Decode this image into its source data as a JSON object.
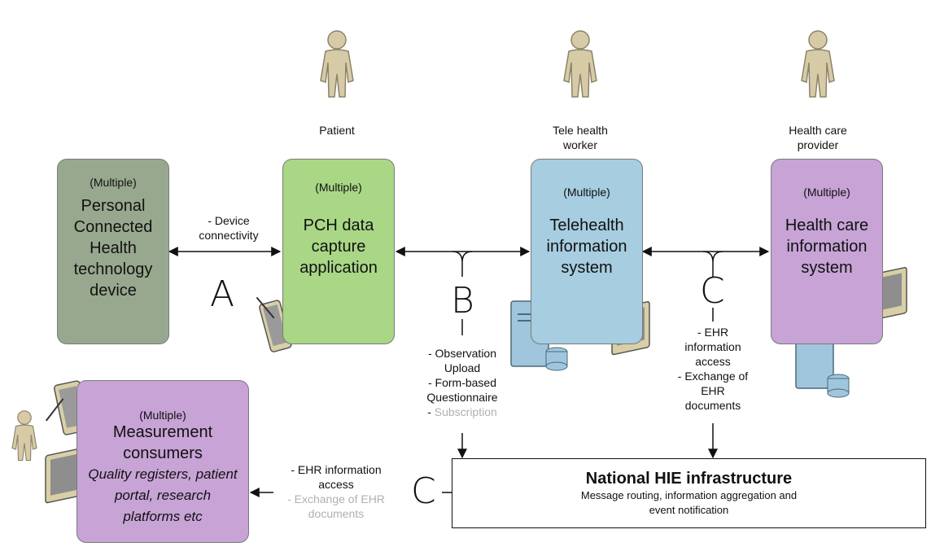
{
  "actors": {
    "patient": "Patient",
    "telehealth_worker": [
      "Tele health",
      "worker"
    ],
    "provider": [
      "Health care",
      "provider"
    ]
  },
  "boxes": {
    "pch_device": {
      "multiple": "(Multiple)",
      "lines": [
        "Personal",
        "Connected",
        "Health",
        "technology",
        "device"
      ],
      "color": "#98a88e"
    },
    "pch_app": {
      "multiple": "(Multiple)",
      "lines": [
        "PCH data",
        "capture",
        "application"
      ],
      "color": "#a9d786"
    },
    "telehealth": {
      "multiple": "(Multiple)",
      "lines": [
        "Telehealth",
        "information",
        "system"
      ],
      "color": "#a7cde0"
    },
    "hc_info": {
      "multiple": "(Multiple)",
      "lines": [
        "Health care",
        "information",
        "system"
      ],
      "color": "#c7a3d6"
    },
    "consumers": {
      "multiple": "(Multiple)",
      "lines": [
        "Measurement",
        "consumers"
      ],
      "italic_lines": [
        "Quality registers, patient",
        "portal, research",
        "platforms etc"
      ],
      "color": "#c7a3d6"
    },
    "hie": {
      "title": "National HIE infrastructure",
      "subtitle_lines": [
        "Message routing, information aggregation and",
        "event notification"
      ]
    }
  },
  "letters": {
    "a": "A",
    "b": "B",
    "c1": "C",
    "c2": "C"
  },
  "labels": {
    "device_connectivity": [
      "- Device",
      "connectivity"
    ],
    "b_transactions": [
      "- Observation",
      "Upload",
      "- Form-based",
      "Questionnaire"
    ],
    "b_subscription": "Subscription",
    "c_transactions": [
      "- EHR",
      "information",
      "access",
      "- Exchange of",
      "EHR",
      "documents"
    ],
    "consumer_transactions": [
      "- EHR information",
      "access"
    ],
    "consumer_grey": [
      "- Exchange of EHR",
      "documents"
    ]
  },
  "colors": {
    "person": "#d6cba6",
    "person_stroke": "#8c8468",
    "server": "#9fc6dc",
    "monitor_frame": "#d9cfa6"
  }
}
